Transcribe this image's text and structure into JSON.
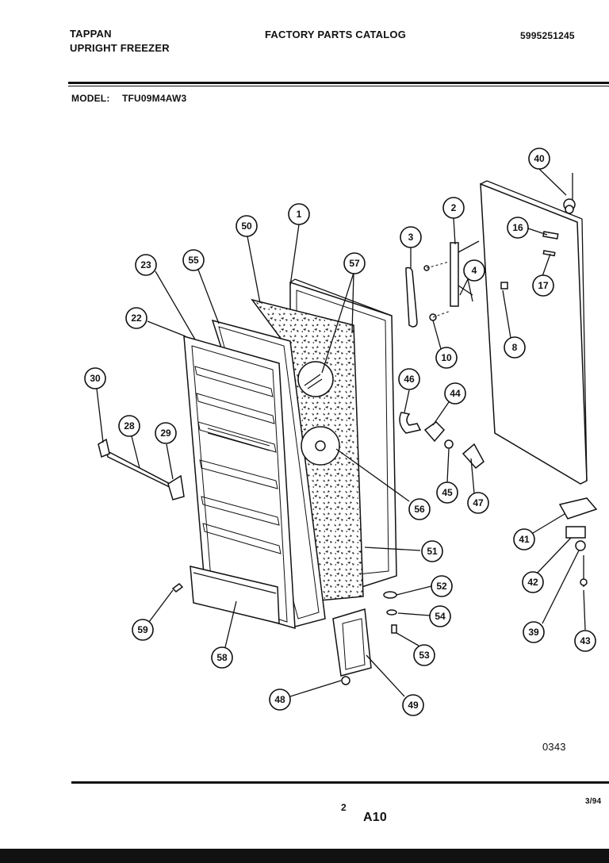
{
  "header": {
    "brand": "TAPPAN",
    "product": "UPRIGHT FREEZER",
    "catalog_title": "FACTORY PARTS CATALOG",
    "catalog_number": "5995251245",
    "model_label": "MODEL:",
    "model_number": "TFU09M4AW3"
  },
  "diagram": {
    "drawing_code": "0343",
    "callouts": [
      {
        "id": "c40",
        "label": "40"
      },
      {
        "id": "c1",
        "label": "1"
      },
      {
        "id": "c2",
        "label": "2"
      },
      {
        "id": "c50",
        "label": "50"
      },
      {
        "id": "c3",
        "label": "3"
      },
      {
        "id": "c16",
        "label": "16"
      },
      {
        "id": "c23",
        "label": "23"
      },
      {
        "id": "c55",
        "label": "55"
      },
      {
        "id": "c57",
        "label": "57"
      },
      {
        "id": "c4",
        "label": "4"
      },
      {
        "id": "c17",
        "label": "17"
      },
      {
        "id": "c22",
        "label": "22"
      },
      {
        "id": "c10",
        "label": "10"
      },
      {
        "id": "c8",
        "label": "8"
      },
      {
        "id": "c30",
        "label": "30"
      },
      {
        "id": "c46",
        "label": "46"
      },
      {
        "id": "c44",
        "label": "44"
      },
      {
        "id": "c28",
        "label": "28"
      },
      {
        "id": "c29",
        "label": "29"
      },
      {
        "id": "c45",
        "label": "45"
      },
      {
        "id": "c47",
        "label": "47"
      },
      {
        "id": "c56",
        "label": "56"
      },
      {
        "id": "c41",
        "label": "41"
      },
      {
        "id": "c51",
        "label": "51"
      },
      {
        "id": "c42",
        "label": "42"
      },
      {
        "id": "c52",
        "label": "52"
      },
      {
        "id": "c54",
        "label": "54"
      },
      {
        "id": "c59",
        "label": "59"
      },
      {
        "id": "c39",
        "label": "39"
      },
      {
        "id": "c43",
        "label": "43"
      },
      {
        "id": "c58",
        "label": "58"
      },
      {
        "id": "c53",
        "label": "53"
      },
      {
        "id": "c48",
        "label": "48"
      },
      {
        "id": "c49",
        "label": "49"
      }
    ]
  },
  "footer": {
    "page_number": "2",
    "section_code": "A10",
    "date_code": "3/94"
  }
}
